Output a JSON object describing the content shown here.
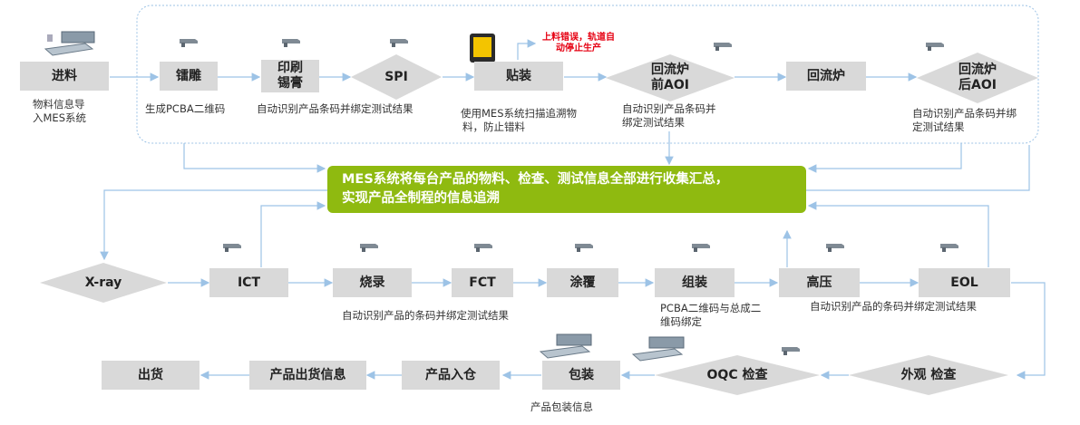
{
  "nodes": {
    "incoming": "进料",
    "engraving": "镭雕",
    "printing_l1": "印刷",
    "printing_l2": "锡膏",
    "spi": "SPI",
    "mounting": "贴装",
    "pre_reflow_aoi_l1": "回流炉",
    "pre_reflow_aoi_l2": "前AOI",
    "reflow": "回流炉",
    "post_reflow_aoi_l1": "回流炉",
    "post_reflow_aoi_l2": "后AOI",
    "xray": "X-ray",
    "ict": "ICT",
    "burn": "烧录",
    "fct": "FCT",
    "coating": "涂覆",
    "assembly": "组装",
    "hipot": "高压",
    "eol": "EOL",
    "visual": "外观 检查",
    "oqc": "OQC 检查",
    "packing": "包装",
    "warehouse": "产品入仓",
    "ship_info": "产品出货信息",
    "shipping": "出货"
  },
  "captions": {
    "incoming_l1": "物料信息导",
    "incoming_l2": "入MES系统",
    "engraving": "生成PCBA二维码",
    "printing": "自动识别产品条码并绑定测试结果",
    "mounting_l1": "使用MES系统扫描追溯物",
    "mounting_l2": "料，防止错料",
    "pre_aoi_l1": "自动识别产品条码并",
    "pre_aoi_l2": "绑定测试结果",
    "post_aoi_l1": "自动识别产品条码并绑",
    "post_aoi_l2": "定测试结果",
    "burn": "自动识别产品的条码并绑定测试结果",
    "assembly_l1": "PCBA二维码与总成二",
    "assembly_l2": "维码绑定",
    "hipot": "自动识别产品的条码并绑定测试结果",
    "packing": "产品包装信息"
  },
  "alert": {
    "l1": "上料错误，轨道自",
    "l2": "动停止生产"
  },
  "banner": {
    "l1": "MES系统将每台产品的物料、检查、测试信息全部进行收集汇总，",
    "l2": "实现产品全制程的信息追溯"
  },
  "colors": {
    "node": "#d9d9d9",
    "banner": "#8fba10",
    "arrow": "#9dc3e6",
    "alert": "#e60012"
  }
}
